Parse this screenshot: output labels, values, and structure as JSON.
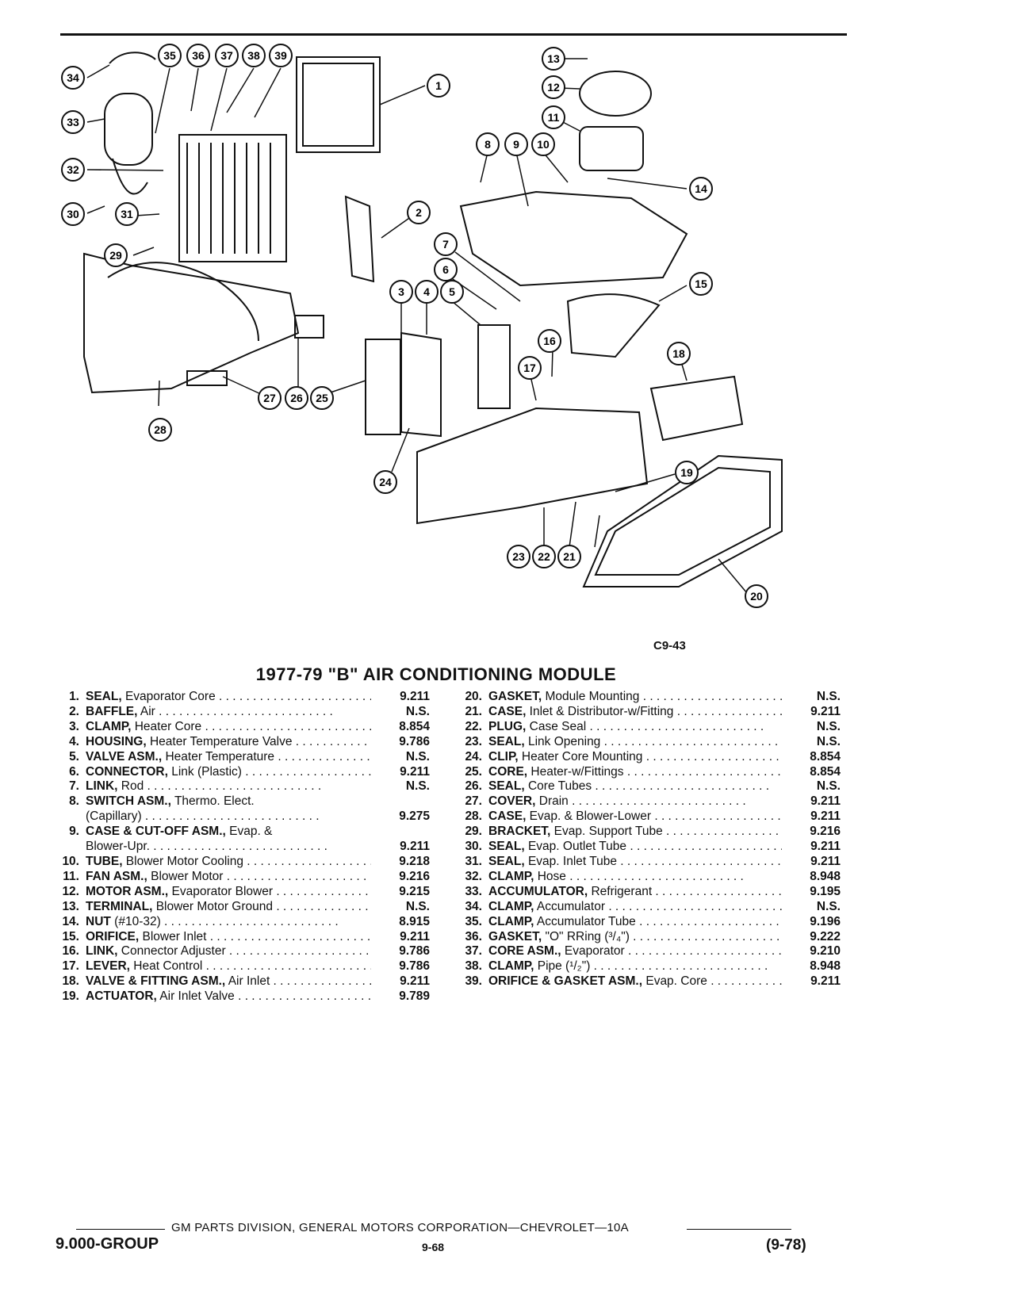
{
  "figure_code": "C9-43",
  "title": "1977-79 \"B\" AIR CONDITIONING MODULE",
  "callouts": [
    "1",
    "2",
    "3",
    "4",
    "5",
    "6",
    "7",
    "8",
    "9",
    "10",
    "11",
    "12",
    "13",
    "14",
    "15",
    "16",
    "17",
    "18",
    "19",
    "20",
    "21",
    "22",
    "23",
    "24",
    "25",
    "26",
    "27",
    "28",
    "29",
    "30",
    "31",
    "32",
    "33",
    "34",
    "35",
    "36",
    "37",
    "38",
    "39"
  ],
  "parts_left": [
    {
      "num": "1.",
      "name": "SEAL,",
      "desc": " Evaporator Core",
      "code": "9.211"
    },
    {
      "num": "2.",
      "name": "BAFFLE,",
      "desc": " Air",
      "code": "N.S."
    },
    {
      "num": "3.",
      "name": "CLAMP,",
      "desc": " Heater Core",
      "code": "8.854"
    },
    {
      "num": "4.",
      "name": "HOUSING,",
      "desc": " Heater Temperature Valve",
      "code": "9.786"
    },
    {
      "num": "5.",
      "name": "VALVE ASM.,",
      "desc": " Heater Temperature",
      "code": "N.S."
    },
    {
      "num": "6.",
      "name": "CONNECTOR,",
      "desc": " Link (Plastic)",
      "code": "9.211"
    },
    {
      "num": "7.",
      "name": "LINK,",
      "desc": " Rod",
      "code": "N.S."
    },
    {
      "num": "8.",
      "name": "SWITCH ASM.,",
      "desc": " Thermo. Elect.",
      "code": ""
    },
    {
      "num": "",
      "name": "",
      "desc": "(Capillary)",
      "code": "9.275"
    },
    {
      "num": "9.",
      "name": "CASE & CUT-OFF ASM.,",
      "desc": " Evap. &",
      "code": ""
    },
    {
      "num": "",
      "name": "",
      "desc": "Blower-Upr.",
      "code": "9.211"
    },
    {
      "num": "10.",
      "name": "TUBE,",
      "desc": " Blower Motor Cooling",
      "code": "9.218"
    },
    {
      "num": "11.",
      "name": "FAN ASM.,",
      "desc": " Blower Motor",
      "code": "9.216"
    },
    {
      "num": "12.",
      "name": "MOTOR ASM.,",
      "desc": " Evaporator Blower",
      "code": "9.215"
    },
    {
      "num": "13.",
      "name": "TERMINAL,",
      "desc": " Blower Motor Ground",
      "code": "N.S."
    },
    {
      "num": "14.",
      "name": "NUT",
      "desc": " (#10-32)",
      "code": "8.915"
    },
    {
      "num": "15.",
      "name": "ORIFICE,",
      "desc": " Blower Inlet",
      "code": "9.211"
    },
    {
      "num": "16.",
      "name": "LINK,",
      "desc": " Connector Adjuster",
      "code": "9.786"
    },
    {
      "num": "17.",
      "name": "LEVER,",
      "desc": " Heat Control",
      "code": "9.786"
    },
    {
      "num": "18.",
      "name": "VALVE & FITTING ASM.,",
      "desc": " Air Inlet",
      "code": "9.211"
    },
    {
      "num": "19.",
      "name": "ACTUATOR,",
      "desc": " Air Inlet Valve",
      "code": "9.789"
    }
  ],
  "parts_right": [
    {
      "num": "20.",
      "name": "GASKET,",
      "desc": " Module Mounting",
      "code": "N.S."
    },
    {
      "num": "21.",
      "name": "CASE,",
      "desc": " Inlet & Distributor-w/Fitting",
      "code": "9.211"
    },
    {
      "num": "22.",
      "name": "PLUG,",
      "desc": " Case Seal",
      "code": "N.S."
    },
    {
      "num": "23.",
      "name": "SEAL,",
      "desc": " Link Opening",
      "code": "N.S."
    },
    {
      "num": "24.",
      "name": "CLIP,",
      "desc": " Heater Core Mounting",
      "code": "8.854"
    },
    {
      "num": "25.",
      "name": "CORE,",
      "desc": " Heater-w/Fittings",
      "code": "8.854"
    },
    {
      "num": "26.",
      "name": "SEAL,",
      "desc": " Core Tubes",
      "code": "N.S."
    },
    {
      "num": "27.",
      "name": "COVER,",
      "desc": " Drain",
      "code": "9.211"
    },
    {
      "num": "28.",
      "name": "CASE,",
      "desc": " Evap. & Blower-Lower",
      "code": "9.211"
    },
    {
      "num": "29.",
      "name": "BRACKET,",
      "desc": " Evap. Support Tube",
      "code": "9.216"
    },
    {
      "num": "30.",
      "name": "SEAL,",
      "desc": " Evap. Outlet Tube",
      "code": "9.211"
    },
    {
      "num": "31.",
      "name": "SEAL,",
      "desc": " Evap. Inlet Tube",
      "code": "9.211"
    },
    {
      "num": "32.",
      "name": "CLAMP,",
      "desc": " Hose",
      "code": "8.948"
    },
    {
      "num": "33.",
      "name": "ACCUMULATOR,",
      "desc": " Refrigerant",
      "code": "9.195"
    },
    {
      "num": "34.",
      "name": "CLAMP,",
      "desc": " Accumulator",
      "code": "N.S."
    },
    {
      "num": "35.",
      "name": "CLAMP,",
      "desc": " Accumulator Tube",
      "code": "9.196"
    },
    {
      "num": "36.",
      "name": "GASKET,",
      "desc": " \"O\" RRing (³/₄\")",
      "code": "9.222"
    },
    {
      "num": "37.",
      "name": "CORE ASM.,",
      "desc": " Evaporator",
      "code": "9.210"
    },
    {
      "num": "38.",
      "name": "CLAMP,",
      "desc": " Pipe (¹/₂\")",
      "code": "8.948"
    },
    {
      "num": "39.",
      "name": "ORIFICE & GASKET ASM.,",
      "desc": " Evap. Core",
      "code": "9.211"
    }
  ],
  "footer": {
    "division": "GM PARTS DIVISION, GENERAL MOTORS CORPORATION—CHEVROLET—10A",
    "group": "9.000-GROUP",
    "page": "9-68",
    "revision": "(9-78)"
  }
}
